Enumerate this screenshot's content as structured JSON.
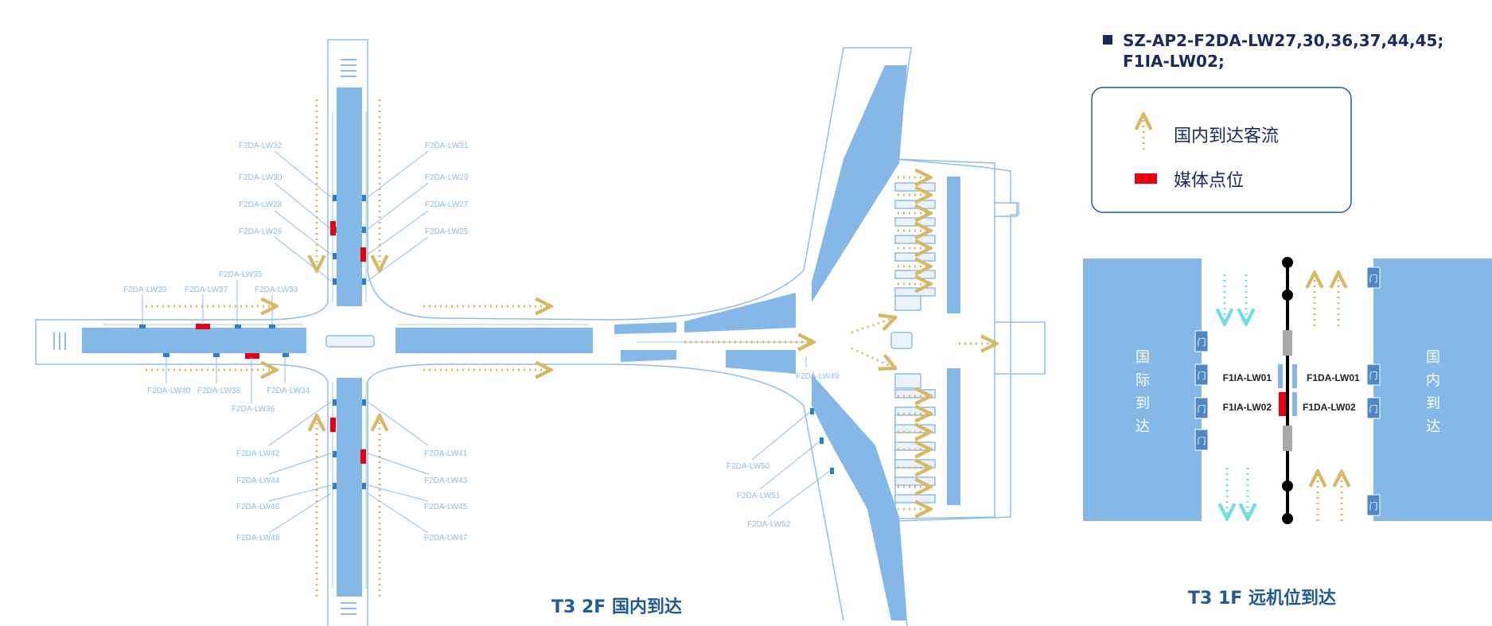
{
  "header": {
    "codes_line1": "SZ-AP2-F2DA-LW27,30,36,37,44,45;",
    "codes_line2": "F1IA-LW02;"
  },
  "legend": {
    "flow_label": "国内到达客流",
    "media_label": "媒体点位"
  },
  "titles": {
    "main": "T3 2F 国内到达",
    "inset": "T3 1F 远机位到达"
  },
  "labels_left": {
    "lw32": "F2DA-LW32",
    "lw30": "F2DA-LW30",
    "lw28": "F2DA-LW28",
    "lw26": "F2DA-LW26",
    "lw31": "F2DA-LW31",
    "lw29": "F2DA-LW29",
    "lw27": "F2DA-LW27",
    "lw25": "F2DA-LW25",
    "lw35": "F2DA-LW35",
    "lw39": "F2DA-LW39",
    "lw37": "F2DA-LW37",
    "lw33": "F2DA-LW33",
    "lw40": "F2DA-LW40",
    "lw38": "F2DA-LW38",
    "lw34": "F2DA-LW34",
    "lw36": "F2DA-LW36",
    "lw42": "F2DA-LW42",
    "lw44": "F2DA-LW44",
    "lw46": "F2DA-LW46",
    "lw48": "F2DA-LW48",
    "lw41": "F2DA-LW41",
    "lw43": "F2DA-LW43",
    "lw45": "F2DA-LW45",
    "lw47": "F2DA-LW47"
  },
  "labels_right": {
    "lw49": "F2DA-LW49",
    "lw50": "F2DA-LW50",
    "lw51": "F2DA-LW51",
    "lw52": "F2DA-LW52"
  },
  "inset": {
    "left_hall": [
      "国",
      "际",
      "到",
      "达"
    ],
    "right_hall": [
      "国",
      "内",
      "到",
      "达"
    ],
    "door": "门",
    "f1ia_lw01": "F1IA-LW01",
    "f1ia_lw02": "F1IA-LW02",
    "f1da_lw01": "F1DA-LW01",
    "f1da_lw02": "F1DA-LW02"
  },
  "colors": {
    "building": "#85b8e6",
    "outline": "#8fbde6",
    "flow": "#d9b765",
    "media": "#e60012",
    "teal_flow": "#6ee0e0",
    "door": "#4f86c6",
    "text_dark": "#1a2a5c",
    "title": "#1f5b97"
  }
}
